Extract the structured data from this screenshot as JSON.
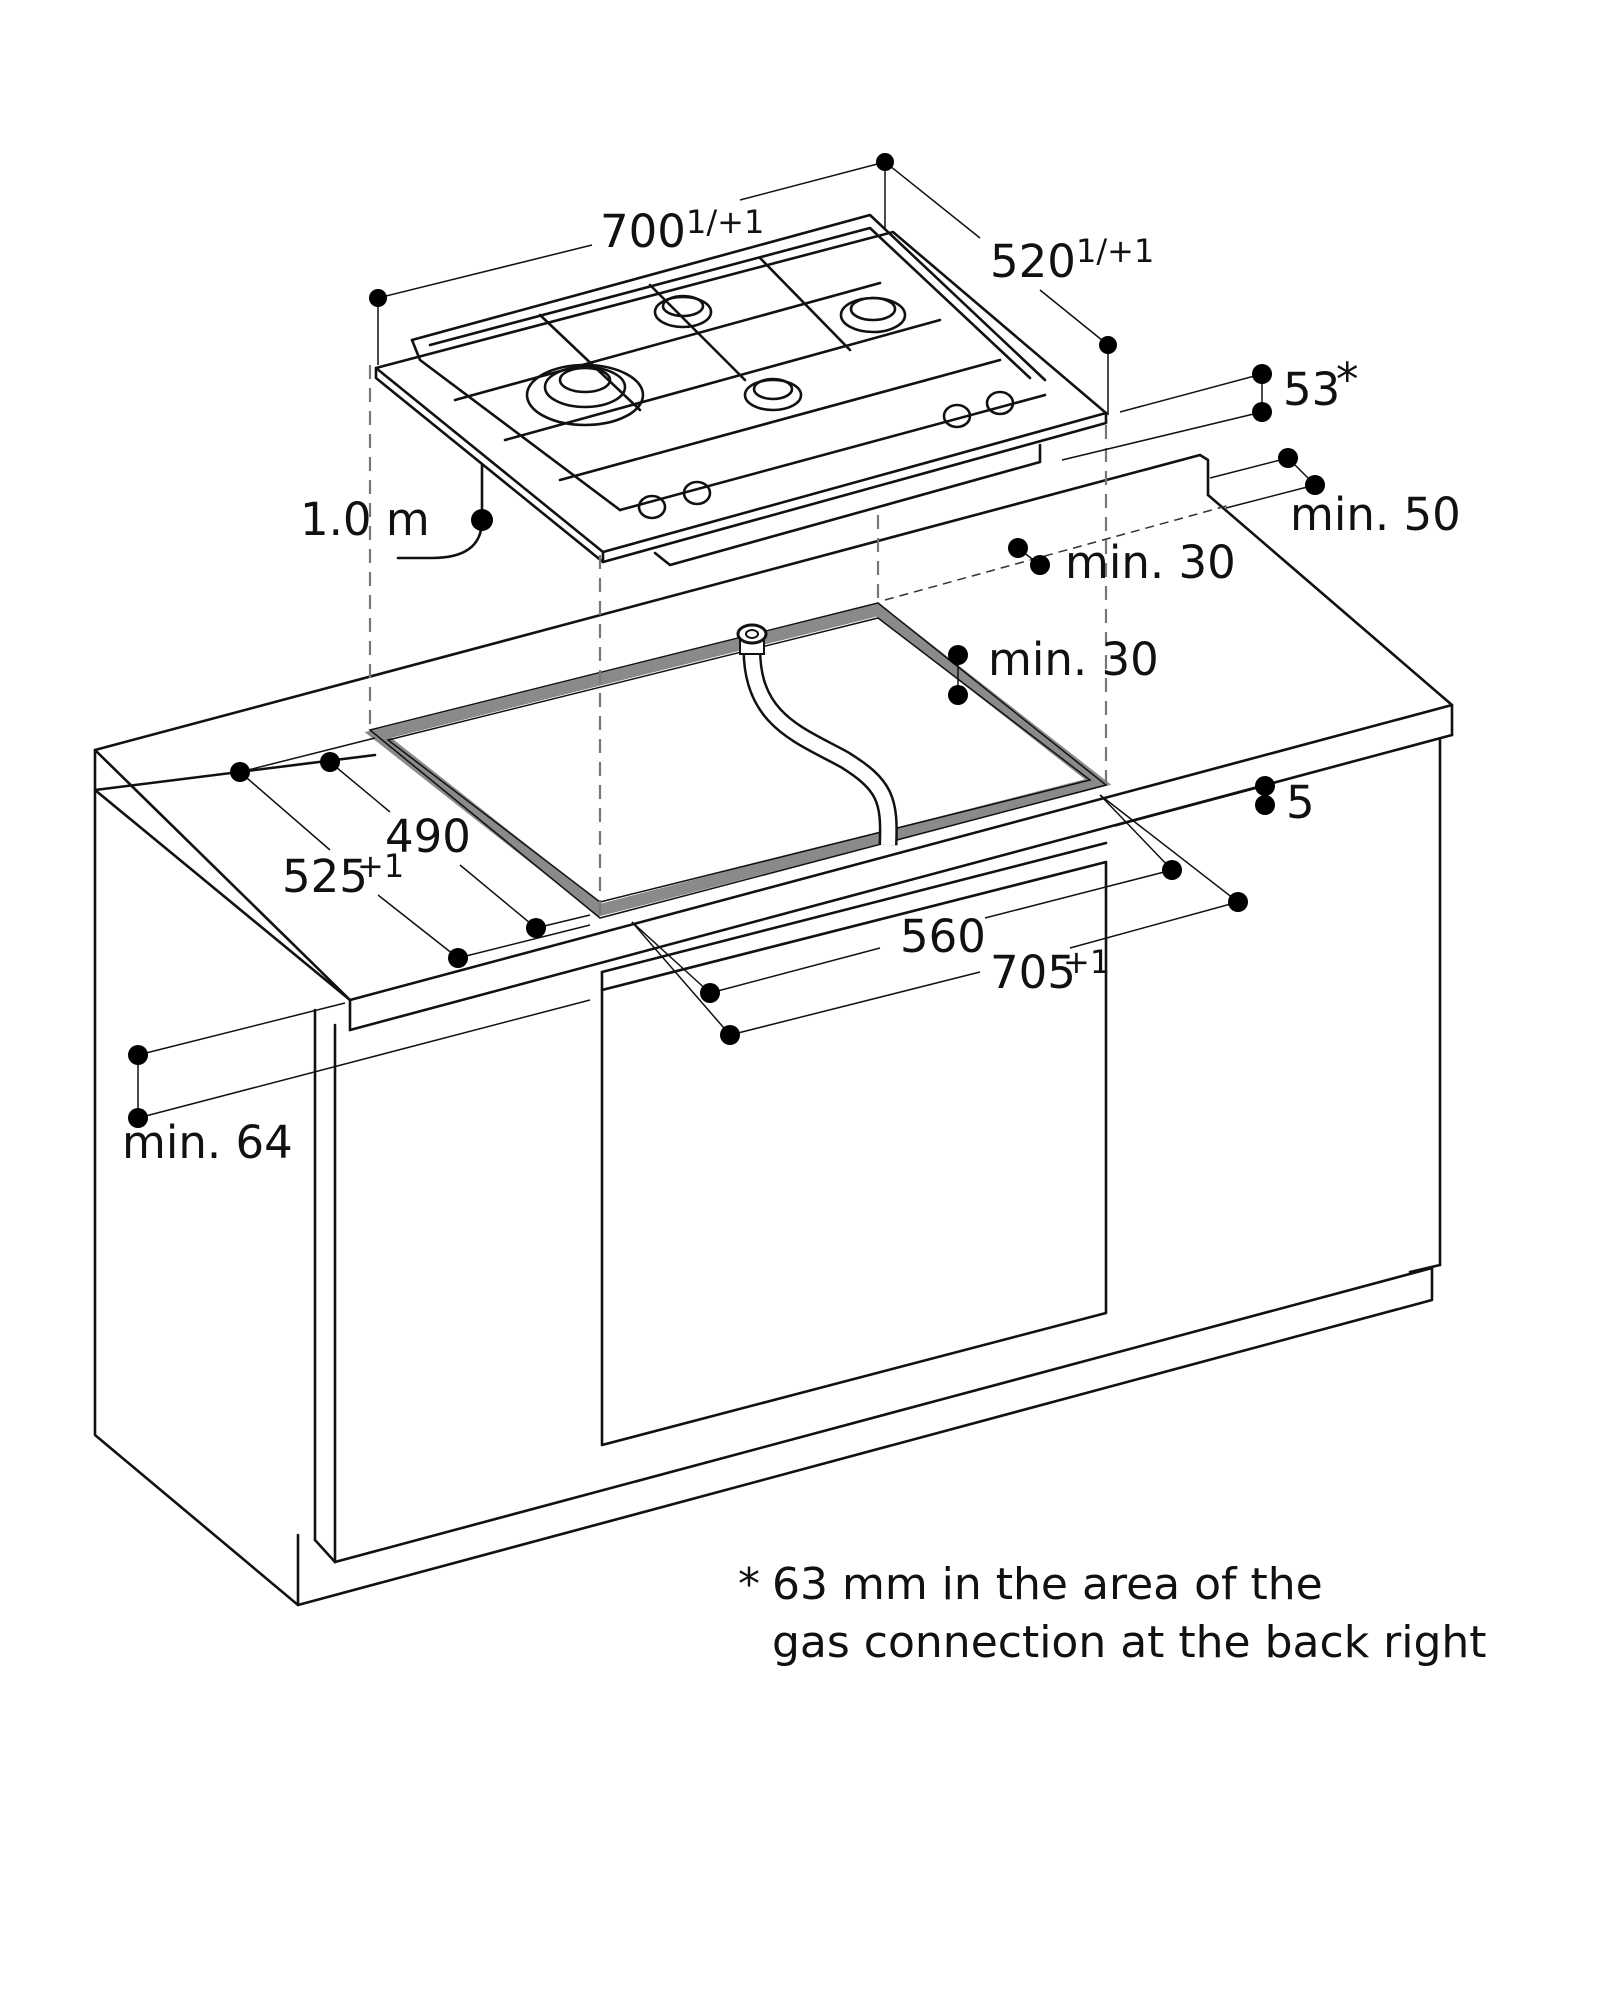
{
  "dimensions": [
    {
      "id": "width",
      "value": "700",
      "tolerance": "1/+1"
    },
    {
      "id": "depth",
      "value": "520",
      "tolerance": "1/+1"
    },
    {
      "id": "height",
      "value": "53",
      "note_marker": "*"
    },
    {
      "id": "back-clearance",
      "value": "min. 50"
    },
    {
      "id": "back-edge",
      "value": "min. 30"
    },
    {
      "id": "side-clearance",
      "value": "min. 30"
    },
    {
      "id": "cable",
      "value": "1.0 m"
    },
    {
      "id": "cutout-depth",
      "value": "490"
    },
    {
      "id": "worktop-depth",
      "value": "525",
      "tolerance": "+1"
    },
    {
      "id": "front-edge",
      "value": "5"
    },
    {
      "id": "cutout-width",
      "value": "560"
    },
    {
      "id": "outer-width",
      "value": "705",
      "tolerance": "+1"
    },
    {
      "id": "worktop-thickness",
      "value": "min. 64"
    }
  ],
  "footnote": {
    "marker": "*",
    "line1": "63 mm in the area of the",
    "line2": "gas connection at the back right"
  }
}
